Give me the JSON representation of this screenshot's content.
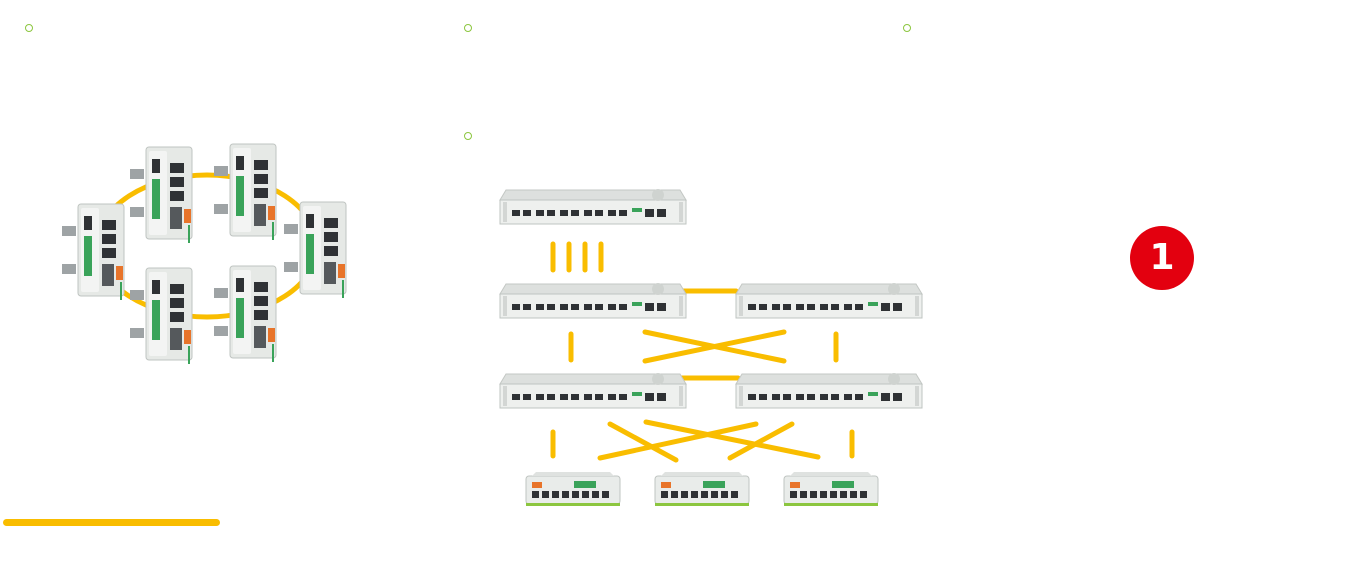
{
  "badge": {
    "label": "1",
    "color": "#e3000f"
  },
  "colors": {
    "link": "#f9bd00",
    "bullet": "#8cc63f",
    "device_body": "#e8ebe8",
    "device_face": "#f4f5f4",
    "port": "#2f3235",
    "terminal_green": "#3aa35a",
    "terminal_orange": "#e8742a"
  },
  "icons": [
    "bullet-icon",
    "din-rail-switch-icon",
    "rack-switch-icon",
    "compact-switch-icon"
  ],
  "diagrams": {
    "ring": {
      "nodes": 6,
      "topology": "ring"
    },
    "mesh": {
      "topology": "core-distribution-access",
      "tiers": [
        {
          "nodes": 1
        },
        {
          "nodes": 2
        },
        {
          "nodes": 2
        },
        {
          "nodes": 3
        }
      ]
    }
  }
}
